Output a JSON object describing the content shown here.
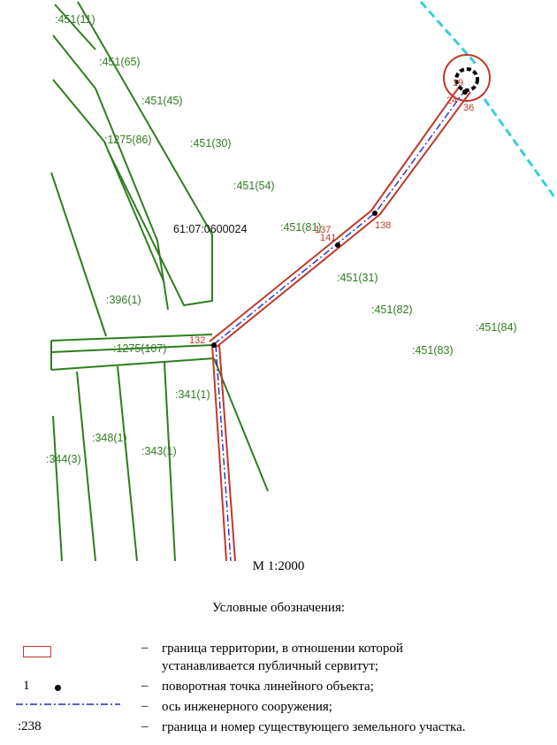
{
  "map": {
    "cadastral_quarter": "61:07:0600024",
    "parcels": [
      ":451(11)",
      ":451(65)",
      ":451(45)",
      ":1275(86)",
      ":451(30)",
      ":451(54)",
      ":451(81)",
      ":451(31)",
      ":451(82)",
      ":451(84)",
      ":451(83)",
      ":396(1)",
      ":1275(107)",
      ":341(1)",
      ":348(1)",
      ":343(1)",
      ":344(3)"
    ],
    "turning_points": [
      "132",
      "137",
      "141",
      "138",
      "19",
      "24",
      "36"
    ],
    "colors": {
      "parcel_boundary": "#2f7d1f",
      "servitude_boundary": "#c0392b",
      "axis": "#1f2fbf",
      "other_boundary": "#35d0d8"
    }
  },
  "scale": "М 1:2000",
  "legend": {
    "title": "Условные обозначения:",
    "dash": "–",
    "items": [
      {
        "symbol": "",
        "text1": "граница территории, в отношении которой",
        "text2": "устанавливается публичный сервитут;"
      },
      {
        "symbol": "1",
        "text1": "поворотная точка линейного объекта;"
      },
      {
        "symbol": "",
        "text1": "ось инженерного сооружения;"
      },
      {
        "symbol": ":238",
        "text1": "граница и номер существующего земельного участка."
      }
    ]
  }
}
